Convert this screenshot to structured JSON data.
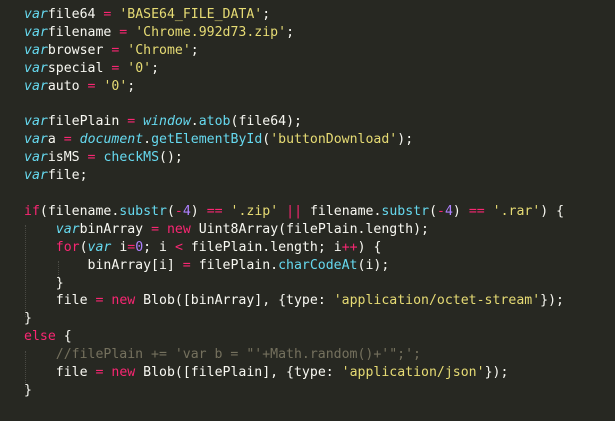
{
  "editor": {
    "theme": {
      "background": "#272822",
      "keyword": "#F92672",
      "storage": "#66D9EF",
      "string": "#E6DB74",
      "number": "#AE81FF",
      "comment": "#75715E",
      "text": "#F8F8F2"
    },
    "lines": [
      [
        [
          "st",
          "var"
        ],
        [
          "",
          "file64 "
        ],
        [
          "op",
          "="
        ],
        [
          "",
          " "
        ],
        [
          "str",
          "'BASE64_FILE_DATA'"
        ],
        [
          "",
          ";"
        ]
      ],
      [
        [
          "st",
          "var"
        ],
        [
          "",
          "filename "
        ],
        [
          "op",
          "="
        ],
        [
          "",
          " "
        ],
        [
          "str",
          "'Chrome.992d73.zip'"
        ],
        [
          "",
          ";"
        ]
      ],
      [
        [
          "st",
          "var"
        ],
        [
          "",
          "browser "
        ],
        [
          "op",
          "="
        ],
        [
          "",
          " "
        ],
        [
          "str",
          "'Chrome'"
        ],
        [
          "",
          ";"
        ]
      ],
      [
        [
          "st",
          "var"
        ],
        [
          "",
          "special "
        ],
        [
          "op",
          "="
        ],
        [
          "",
          " "
        ],
        [
          "str",
          "'0'"
        ],
        [
          "",
          ";"
        ]
      ],
      [
        [
          "st",
          "var"
        ],
        [
          "",
          "auto "
        ],
        [
          "op",
          "="
        ],
        [
          "",
          " "
        ],
        [
          "str",
          "'0'"
        ],
        [
          "",
          ";"
        ]
      ],
      [],
      [
        [
          "st",
          "var"
        ],
        [
          "",
          "filePlain "
        ],
        [
          "op",
          "="
        ],
        [
          "",
          " "
        ],
        [
          "st",
          "window"
        ],
        [
          "",
          "."
        ],
        [
          "fn",
          "atob"
        ],
        [
          "",
          "(file64);"
        ]
      ],
      [
        [
          "st",
          "var"
        ],
        [
          "",
          "a "
        ],
        [
          "op",
          "="
        ],
        [
          "",
          " "
        ],
        [
          "st",
          "document"
        ],
        [
          "",
          "."
        ],
        [
          "fn",
          "getElementById"
        ],
        [
          "",
          "("
        ],
        [
          "str",
          "'buttonDownload'"
        ],
        [
          "",
          ");"
        ]
      ],
      [
        [
          "st",
          "var"
        ],
        [
          "",
          "isMS "
        ],
        [
          "op",
          "="
        ],
        [
          "",
          " "
        ],
        [
          "fn",
          "checkMS"
        ],
        [
          "",
          "();"
        ]
      ],
      [
        [
          "st",
          "var"
        ],
        [
          "",
          "file;"
        ]
      ],
      [],
      [
        [
          "kw",
          "if"
        ],
        [
          "",
          "(filename."
        ],
        [
          "fn",
          "substr"
        ],
        [
          "",
          "("
        ],
        [
          "op",
          "-"
        ],
        [
          "num",
          "4"
        ],
        [
          "",
          ") "
        ],
        [
          "op",
          "=="
        ],
        [
          "",
          " "
        ],
        [
          "str",
          "'.zip'"
        ],
        [
          "",
          " "
        ],
        [
          "op",
          "||"
        ],
        [
          "",
          " filename."
        ],
        [
          "fn",
          "substr"
        ],
        [
          "",
          "("
        ],
        [
          "op",
          "-"
        ],
        [
          "num",
          "4"
        ],
        [
          "",
          ") "
        ],
        [
          "op",
          "=="
        ],
        [
          "",
          " "
        ],
        [
          "str",
          "'.rar'"
        ],
        [
          "",
          ") {"
        ]
      ],
      [
        [
          "",
          "    "
        ],
        [
          "st",
          "var"
        ],
        [
          "",
          "binArray "
        ],
        [
          "op",
          "="
        ],
        [
          "",
          " "
        ],
        [
          "kw",
          "new"
        ],
        [
          "",
          "",
          " "
        ],
        [
          "",
          "Uint8Array(filePlain.length);"
        ]
      ],
      [
        [
          "",
          "    "
        ],
        [
          "kw",
          "for"
        ],
        [
          "",
          "("
        ],
        [
          "st",
          "var"
        ],
        [
          "",
          "",
          " i"
        ],
        [
          "op",
          "="
        ],
        [
          "num",
          "0"
        ],
        [
          "",
          "; i "
        ],
        [
          "op",
          "<"
        ],
        [
          "",
          " filePlain.length; i"
        ],
        [
          "op",
          "++"
        ],
        [
          "",
          ") {"
        ]
      ],
      [
        [
          "",
          "        binArray[i] "
        ],
        [
          "op",
          "="
        ],
        [
          "",
          " filePlain."
        ],
        [
          "fn",
          "charCodeAt"
        ],
        [
          "",
          "(i);"
        ]
      ],
      [
        [
          "",
          "    }"
        ]
      ],
      [
        [
          "",
          "    file "
        ],
        [
          "op",
          "="
        ],
        [
          "",
          " "
        ],
        [
          "kw",
          "new"
        ],
        [
          "",
          " Blob([binArray], {type: "
        ],
        [
          "str",
          "'application/octet-stream'"
        ],
        [
          "",
          "});"
        ]
      ],
      [
        [
          "",
          "}"
        ]
      ],
      [
        [
          "kw",
          "else"
        ],
        [
          "",
          " {"
        ]
      ],
      [
        [
          "",
          "    "
        ],
        [
          "cm",
          "//filePlain += 'var b = \"'+Math.random()+'\";';"
        ]
      ],
      [
        [
          "",
          "    file "
        ],
        [
          "op",
          "="
        ],
        [
          "",
          " "
        ],
        [
          "kw",
          "new"
        ],
        [
          "",
          " Blob([filePlain], {type: "
        ],
        [
          "str",
          "'application/json'"
        ],
        [
          "",
          "});"
        ]
      ],
      [
        [
          "",
          "}"
        ]
      ]
    ]
  }
}
